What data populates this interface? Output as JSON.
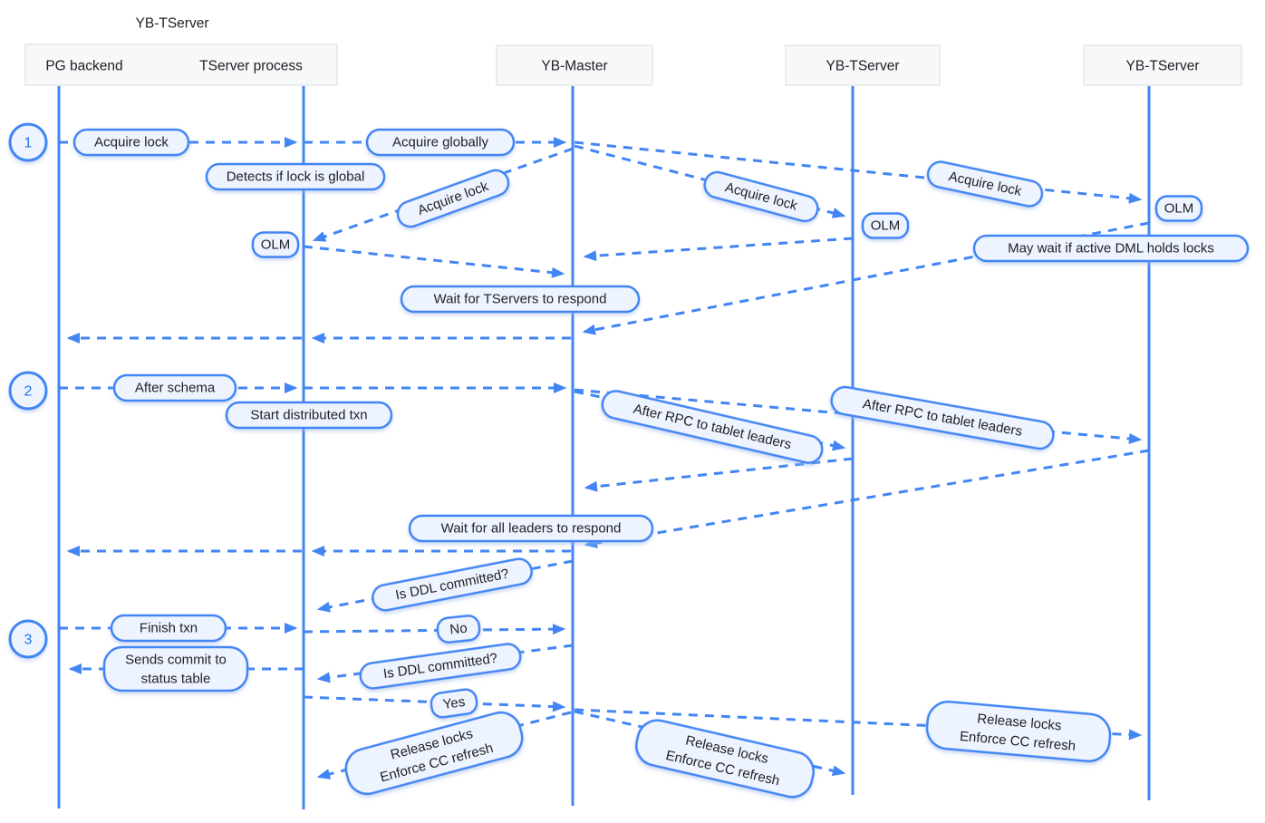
{
  "diagram": {
    "group_title": "YB-TServer",
    "participants": {
      "pg": "PG backend",
      "tserver_process": "TServer process",
      "master": "YB-Master",
      "tserver2": "YB-TServer",
      "tserver3": "YB-TServer"
    },
    "steps": {
      "s1": "1",
      "s2": "2",
      "s3": "3"
    },
    "labels": {
      "acquire_lock": "Acquire lock",
      "acquire_globally": "Acquire globally",
      "detects_global": "Detects if lock is global",
      "olm": "OLM",
      "may_wait": "May wait if active DML holds locks",
      "wait_tservers": "Wait for TServers to respond",
      "after_schema": "After schema",
      "start_distributed_txn": "Start distributed txn",
      "after_rpc": "After RPC to tablet leaders",
      "wait_leaders": "Wait for all leaders to respond",
      "is_ddl_committed": "Is DDL committed?",
      "finish_txn": "Finish txn",
      "no": "No",
      "yes": "Yes",
      "sends_commit": {
        "line1": "Sends commit to",
        "line2": "status table"
      },
      "release": {
        "line1": "Release locks",
        "line2": "Enforce CC refresh"
      }
    },
    "colors": {
      "accent": "#4285f4",
      "pill_fill": "#eef4ff",
      "pill_text": "#202124",
      "step_text": "#1a73e8",
      "header_fill": "#f7f8fa",
      "header_border": "#e4e7eb",
      "background": "#ffffff"
    }
  }
}
